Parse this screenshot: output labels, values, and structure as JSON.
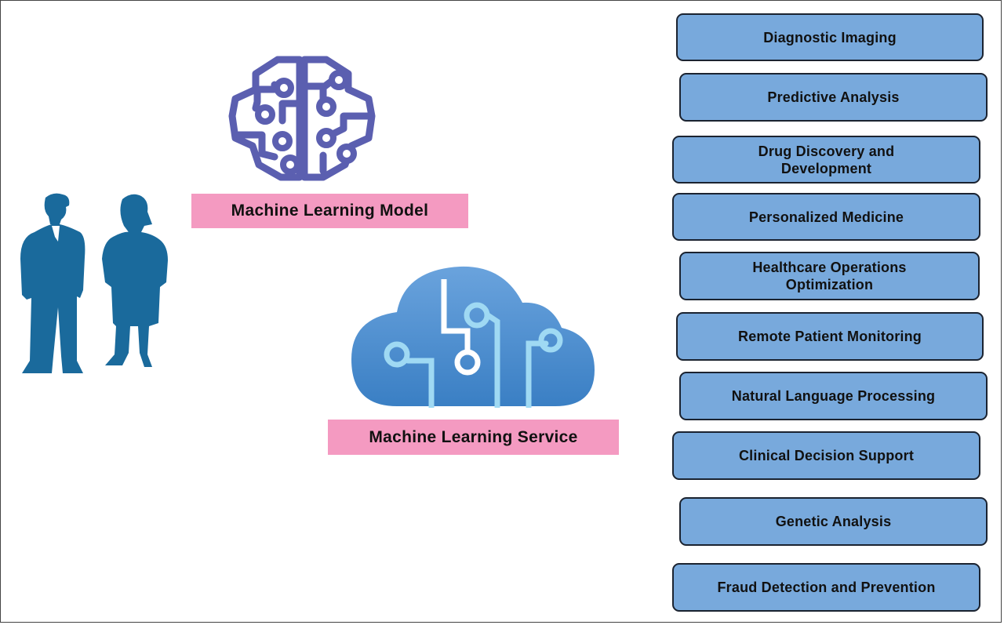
{
  "diagram": {
    "labels": {
      "model": "Machine Learning Model",
      "service": "Machine Learning Service"
    },
    "icons": {
      "people": "business-people-silhouette",
      "model": "circuit-brain-icon",
      "service": "circuit-cloud-icon"
    },
    "applications": [
      "Diagnostic Imaging",
      "Predictive Analysis",
      "Drug Discovery and Development",
      "Personalized Medicine",
      "Healthcare Operations Optimization",
      "Remote Patient Monitoring",
      "Natural Language Processing",
      "Clinical Decision Support",
      "Genetic Analysis",
      "Fraud Detection and Prevention"
    ],
    "colors": {
      "brain": "#5b5fb0",
      "cloud": "#3f86cc",
      "people": "#1a6a9c",
      "label_bg": "#f49ac1",
      "box_bg": "#78a9dc"
    }
  }
}
